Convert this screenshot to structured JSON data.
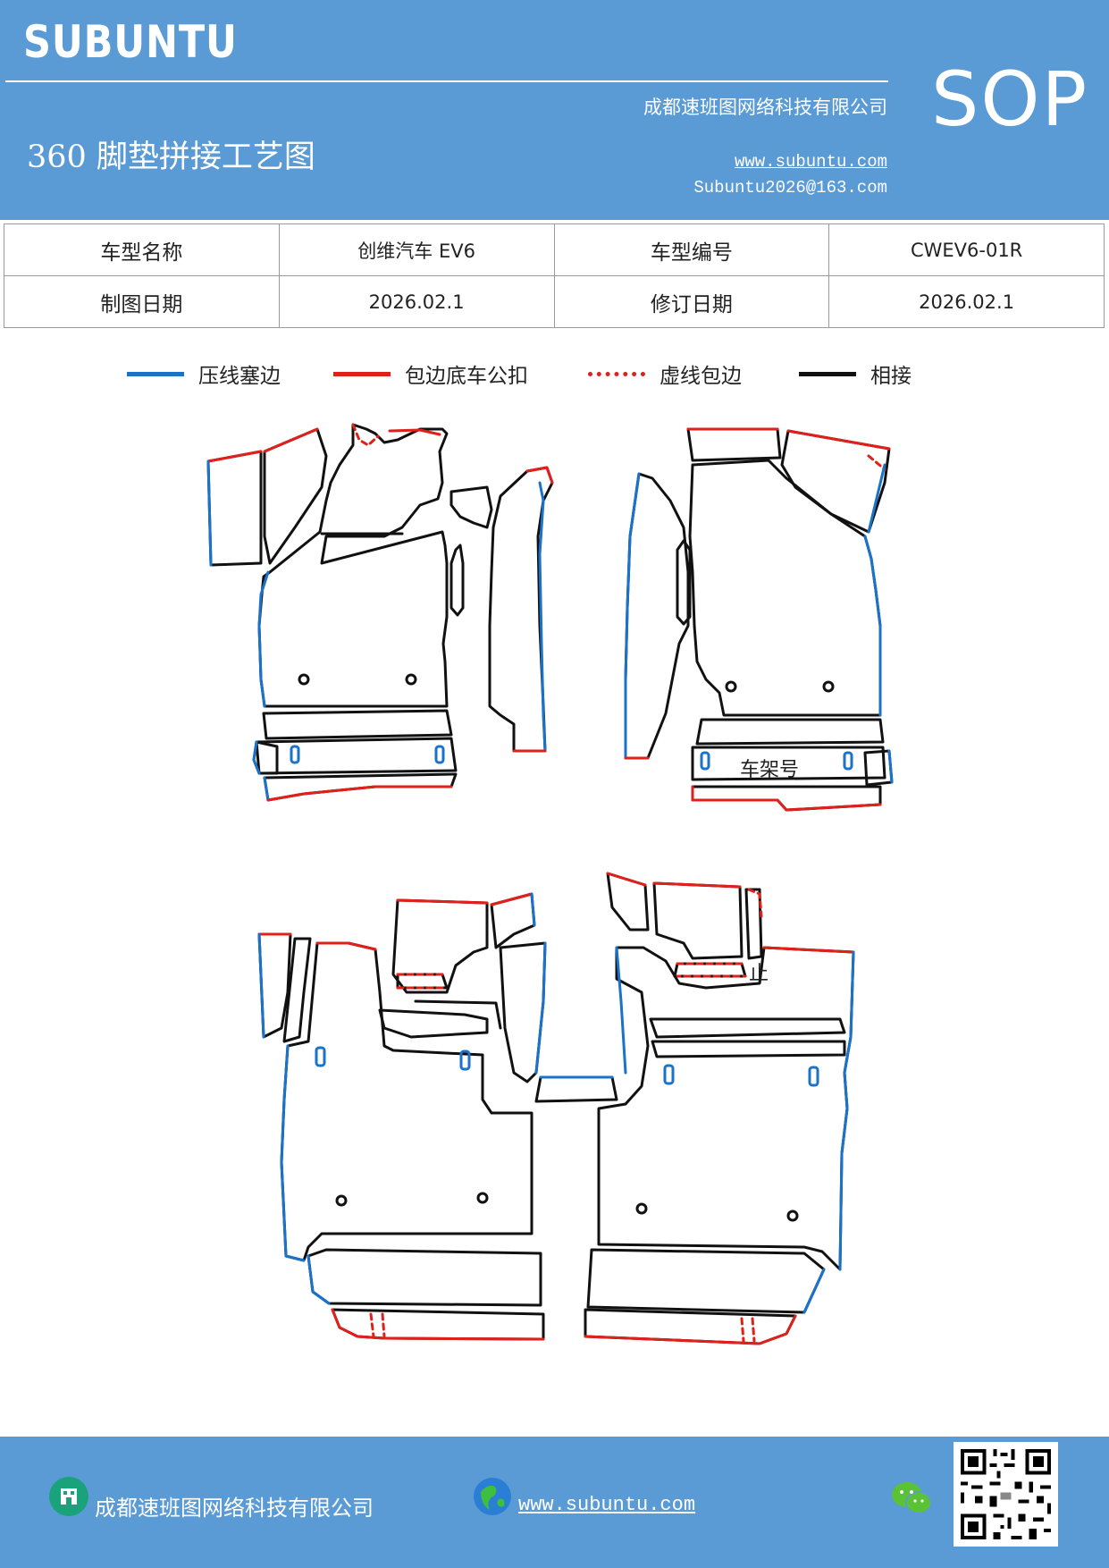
{
  "header": {
    "brand": "SUBUNTU",
    "company": "成都速班图网络科技有限公司",
    "title": "360 脚垫拼接工艺图",
    "website": "www.subuntu.com",
    "email": "Subuntu2026@163.com",
    "badge": "SOP"
  },
  "info": {
    "model_name_label": "车型名称",
    "model_name_value": "创维汽车 EV6",
    "model_code_label": "车型编号",
    "model_code_value": "CWEV6-01R",
    "draw_date_label": "制图日期",
    "draw_date_value": "2026.02.1",
    "revise_date_label": "修订日期",
    "revise_date_value": "2026.02.1"
  },
  "legend": [
    {
      "label": "压线塞边",
      "color": "#1a73c8",
      "style": "solid"
    },
    {
      "label": "包边底车公扣",
      "color": "#e0201a",
      "style": "solid"
    },
    {
      "label": "虚线包边",
      "color": "#e0201a",
      "style": "dotted"
    },
    {
      "label": "相接",
      "color": "#111111",
      "style": "solid"
    }
  ],
  "diagram": {
    "frame_label": "车架号",
    "up_label": "止"
  },
  "footer": {
    "company": "成都速班图网络科技有限公司",
    "website": "www.subuntu.com"
  },
  "colors": {
    "header_bg": "#5b9bd5",
    "blue_edge": "#1a73c8",
    "red_edge": "#e0201a",
    "join": "#111111"
  }
}
